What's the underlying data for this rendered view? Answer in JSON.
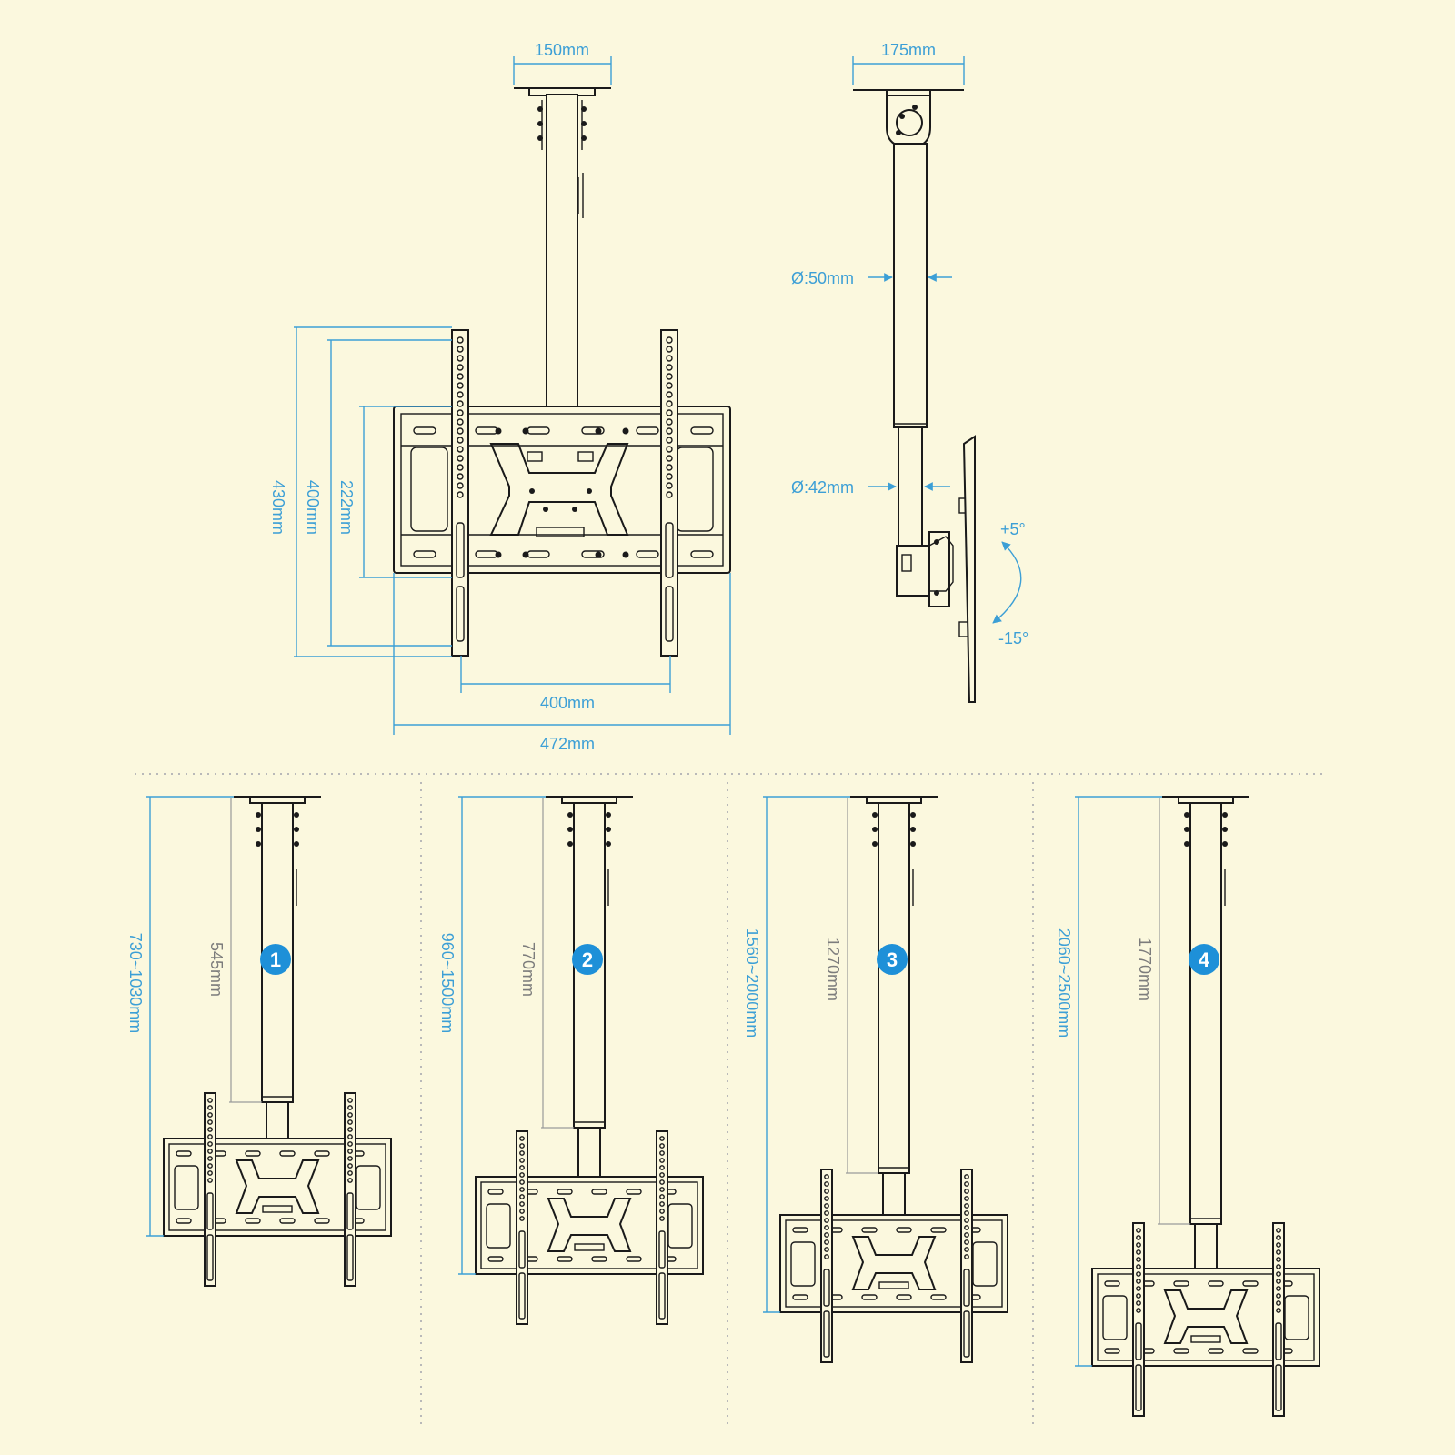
{
  "colors": {
    "background": "#fbf8de",
    "dimension": "#3c9fd6",
    "badge": "#1e90d8",
    "line": "#1a1a1a"
  },
  "front_view": {
    "ceiling_plate_width": "150mm",
    "total_height": "430mm",
    "rail_height": "400mm",
    "frame_height": "222mm",
    "rail_spacing": "400mm",
    "frame_width": "472mm"
  },
  "side_view": {
    "ceiling_plate_width": "175mm",
    "upper_tube_diameter": "Ø:50mm",
    "lower_tube_diameter": "Ø:42mm",
    "tilt_up": "+5°",
    "tilt_down": "-15°"
  },
  "positions": [
    {
      "badge": "1",
      "total_range": "730~1030mm",
      "pole_length": "545mm"
    },
    {
      "badge": "2",
      "total_range": "960~1500mm",
      "pole_length": "770mm"
    },
    {
      "badge": "3",
      "total_range": "1560~2000mm",
      "pole_length": "1270mm"
    },
    {
      "badge": "4",
      "total_range": "2060~2500mm",
      "pole_length": "1770mm"
    }
  ]
}
